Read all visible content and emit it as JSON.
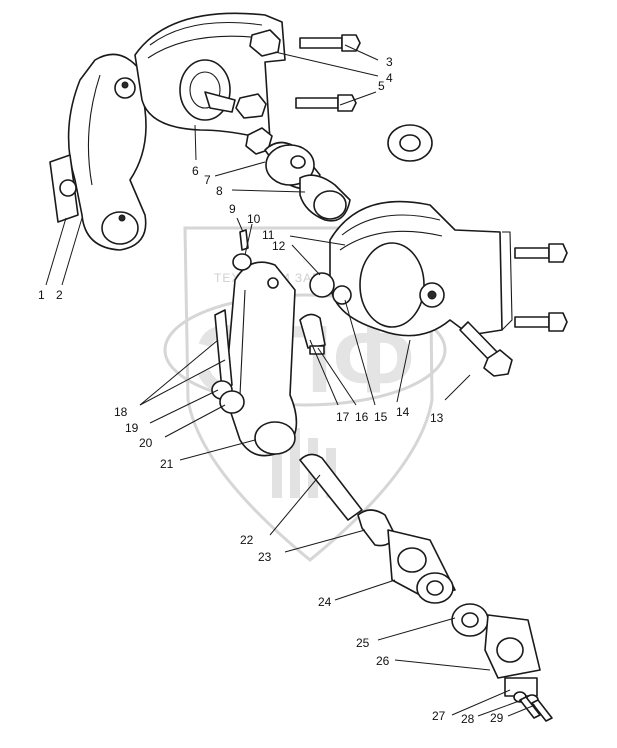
{
  "callouts": {
    "c1": "1",
    "c2": "2",
    "c3": "3",
    "c4": "4",
    "c5": "5",
    "c6": "6",
    "c7": "7",
    "c8": "8",
    "c9": "9",
    "c10": "10",
    "c11": "11",
    "c12": "12",
    "c13": "13",
    "c14": "14",
    "c15": "15",
    "c16": "16",
    "c17": "17",
    "c18": "18",
    "c19": "19",
    "c20": "20",
    "c21": "21",
    "c22": "22",
    "c23": "23",
    "c24": "24",
    "c25": "25",
    "c26": "26",
    "c27": "27",
    "c28": "28",
    "c29": "29"
  },
  "watermark": {
    "top_text": "ТЕХНИКА И ЗАПЧАСТИ",
    "logo_letters": "ЭПФ"
  },
  "colors": {
    "line": "#1a1a1a",
    "watermark": "#d6d6d6",
    "background": "#ffffff"
  }
}
